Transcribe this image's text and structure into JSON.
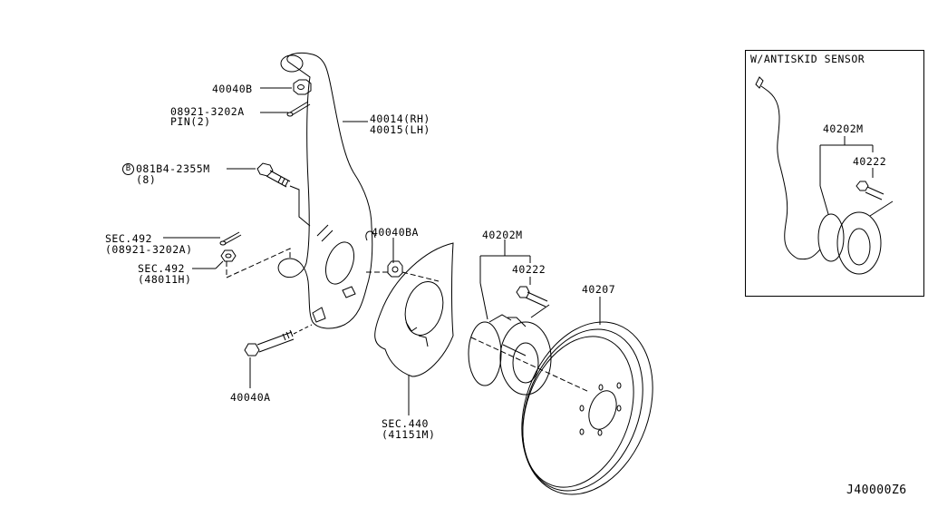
{
  "diagram_code": "J40000Z6",
  "colors": {
    "line": "#000000",
    "background": "#ffffff"
  },
  "callouts": {
    "nut_40040b": "40040B",
    "pin_part": "08921-3202A",
    "pin_qty": "PIN(2)",
    "knuckle_rh": "40014(RH)",
    "knuckle_lh": "40015(LH)",
    "bolt_prefix": "B",
    "bolt_part": "081B4-2355M",
    "bolt_qty": "(8)",
    "sec492_a": "SEC.492",
    "sec492_a_part": "(08921-3202A)",
    "sec492_b": "SEC.492",
    "sec492_b_part": "(48011H)",
    "nut_40040ba": "40040BA",
    "bolt_40040a": "40040A",
    "hub_40202m": "40202M",
    "bolt_40222": "40222",
    "rotor_40207": "40207",
    "sec440": "SEC.440",
    "sec440_part": "(41151M)"
  },
  "inset": {
    "title": "W/ANTISKID SENSOR",
    "hub_40202m": "40202M",
    "bolt_40222": "40222"
  }
}
